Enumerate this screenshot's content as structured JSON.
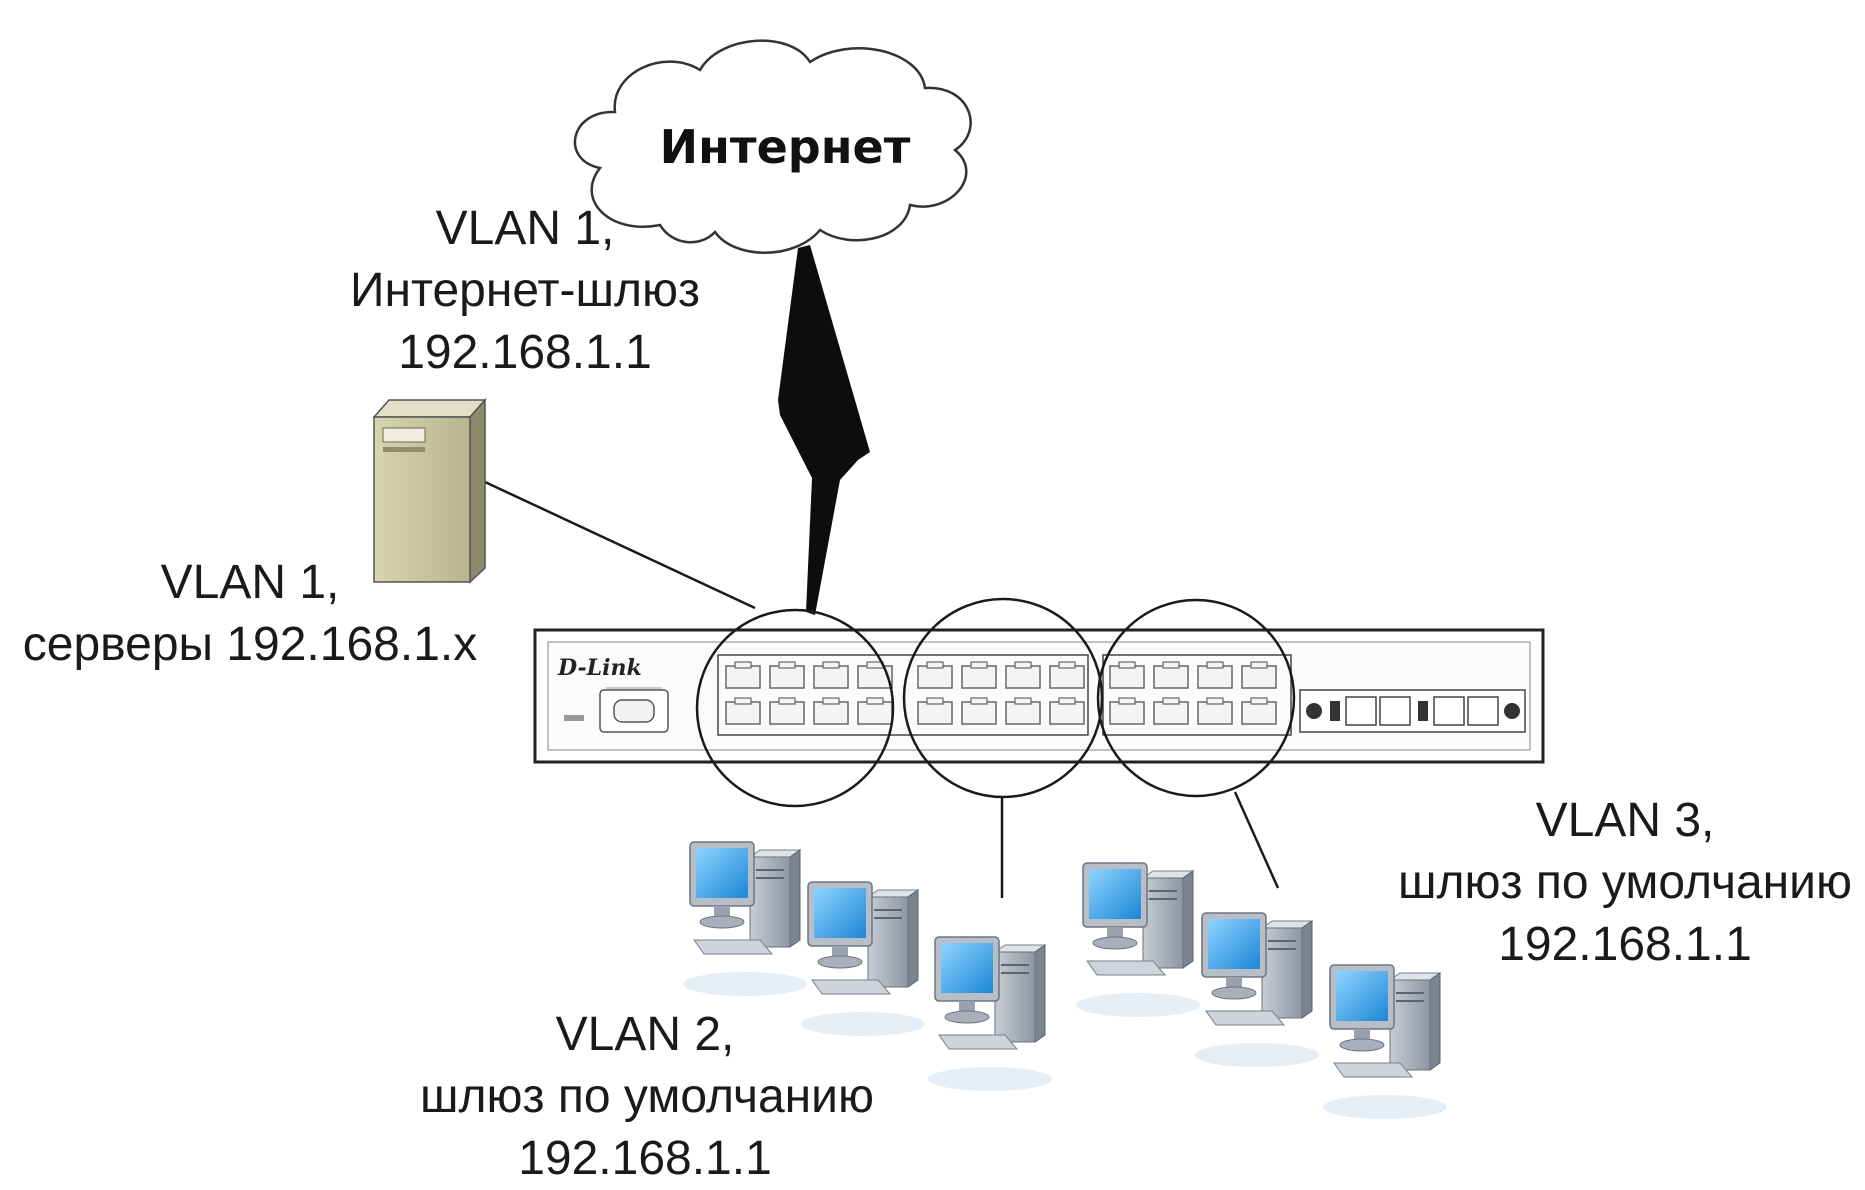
{
  "cloud": {
    "label": "Интернет"
  },
  "switch": {
    "brand": "D-Link"
  },
  "labels": {
    "gateway": [
      "VLAN 1,",
      "Интернет-шлюз",
      "192.168.1.1"
    ],
    "servers": [
      "VLAN 1,",
      "серверы 192.168.1.x"
    ],
    "vlan2": [
      "VLAN 2,",
      "шлюз по умолчанию",
      "192.168.1.1"
    ],
    "vlan3": [
      "VLAN 3,",
      "шлюз по умолчанию",
      "192.168.1.1"
    ]
  },
  "colors": {
    "server": "#c8c4a0",
    "monitor_screen": "#2fa3e8",
    "computer_case": "#a9b0bb",
    "lines": "#1a1a1a"
  }
}
